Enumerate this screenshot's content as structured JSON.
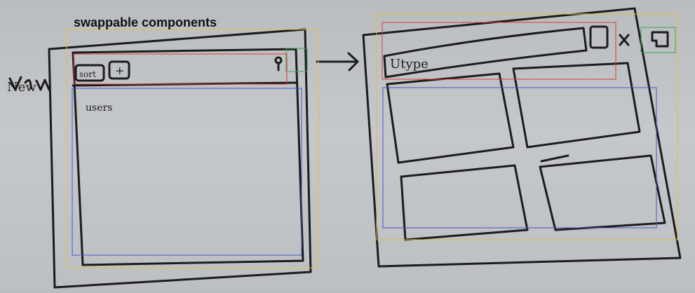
{
  "heading": "swappable components",
  "sketch_labels": {
    "left_side": "New",
    "left_button_a": "sort",
    "left_button_b": "+",
    "left_content": "users",
    "right_search": "Utype"
  },
  "legend_colors": {
    "container": "#e7c24a",
    "header": "#d23b3b",
    "content": "#4a56c8",
    "action": "#3aa35a"
  }
}
